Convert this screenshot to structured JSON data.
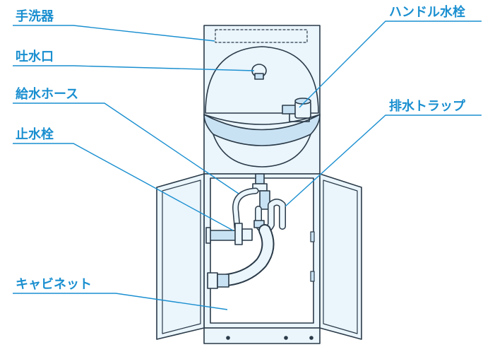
{
  "labels": {
    "hand_basin": "手洗器",
    "spout": "吐水口",
    "supply_hose": "給水ホース",
    "stop_valve": "止水栓",
    "cabinet": "キャビネット",
    "handle_faucet": "ハンドル水栓",
    "drain_trap": "排水トラップ"
  },
  "colors": {
    "label_text": "#1a8fd0",
    "leader_line": "#1a8fd0",
    "underline": "#1a8fd0",
    "fixture_outline": "#2a3a48",
    "fixture_fill": "#eaf5fc",
    "fixture_shade": "#c9e2f3"
  }
}
